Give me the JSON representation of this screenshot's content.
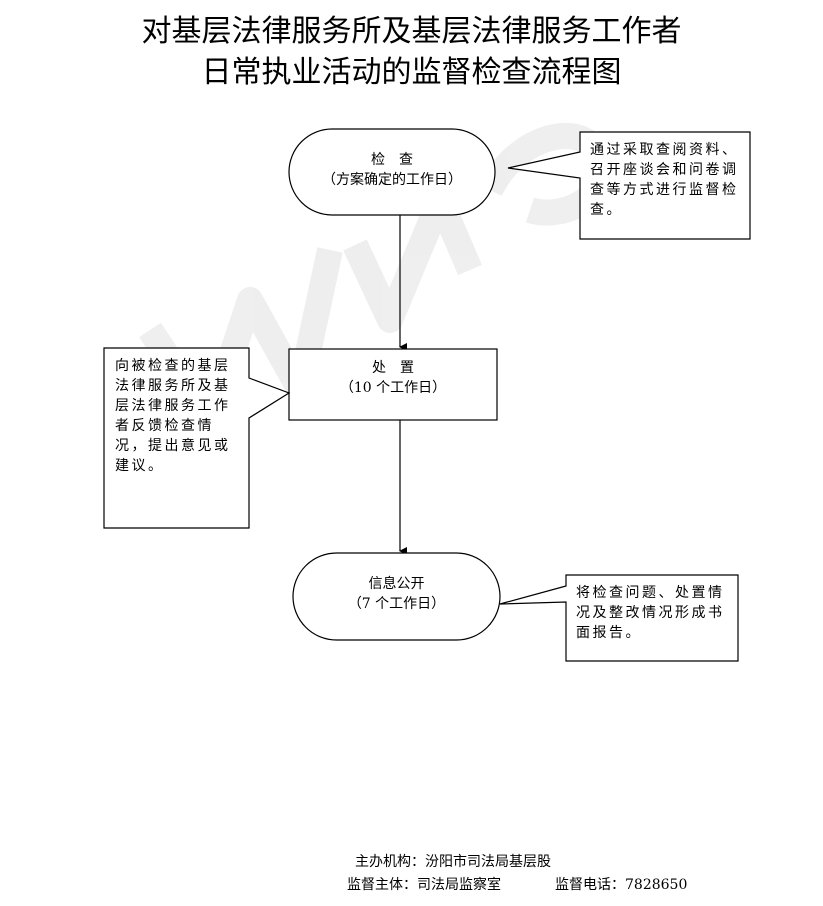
{
  "title": {
    "line1": "对基层法律服务所及基层法律服务工作者",
    "line2": "日常执业活动的监督检查流程图"
  },
  "nodes": {
    "inspection": {
      "label": "检　查",
      "sub": "（方案确定的工作日）"
    },
    "handling": {
      "label": "处　置",
      "sub": "（10 个工作日）"
    },
    "disclosure": {
      "label": "信息公开",
      "sub": "（7 个工作日）"
    }
  },
  "notes": {
    "inspection_note": "通过采取查阅资料、召开座谈会和问卷调查等方式进行监督检查。",
    "handling_note": "向被检查的基层法律服务所及基层法律服务工作者反馈检查情况，提出意见或建议。",
    "disclosure_note": "将检查问题、处置情况及整改情况形成书面报告。"
  },
  "footer": {
    "organizer_label": "主办机构：",
    "organizer": "汾阳市司法局基层股",
    "supervisor_label": "监督主体：",
    "supervisor": "司法局监察室",
    "phone_label": "监督电话：",
    "phone": "7828650"
  },
  "colors": {
    "stroke": "#000000",
    "watermark": "#ededed"
  }
}
